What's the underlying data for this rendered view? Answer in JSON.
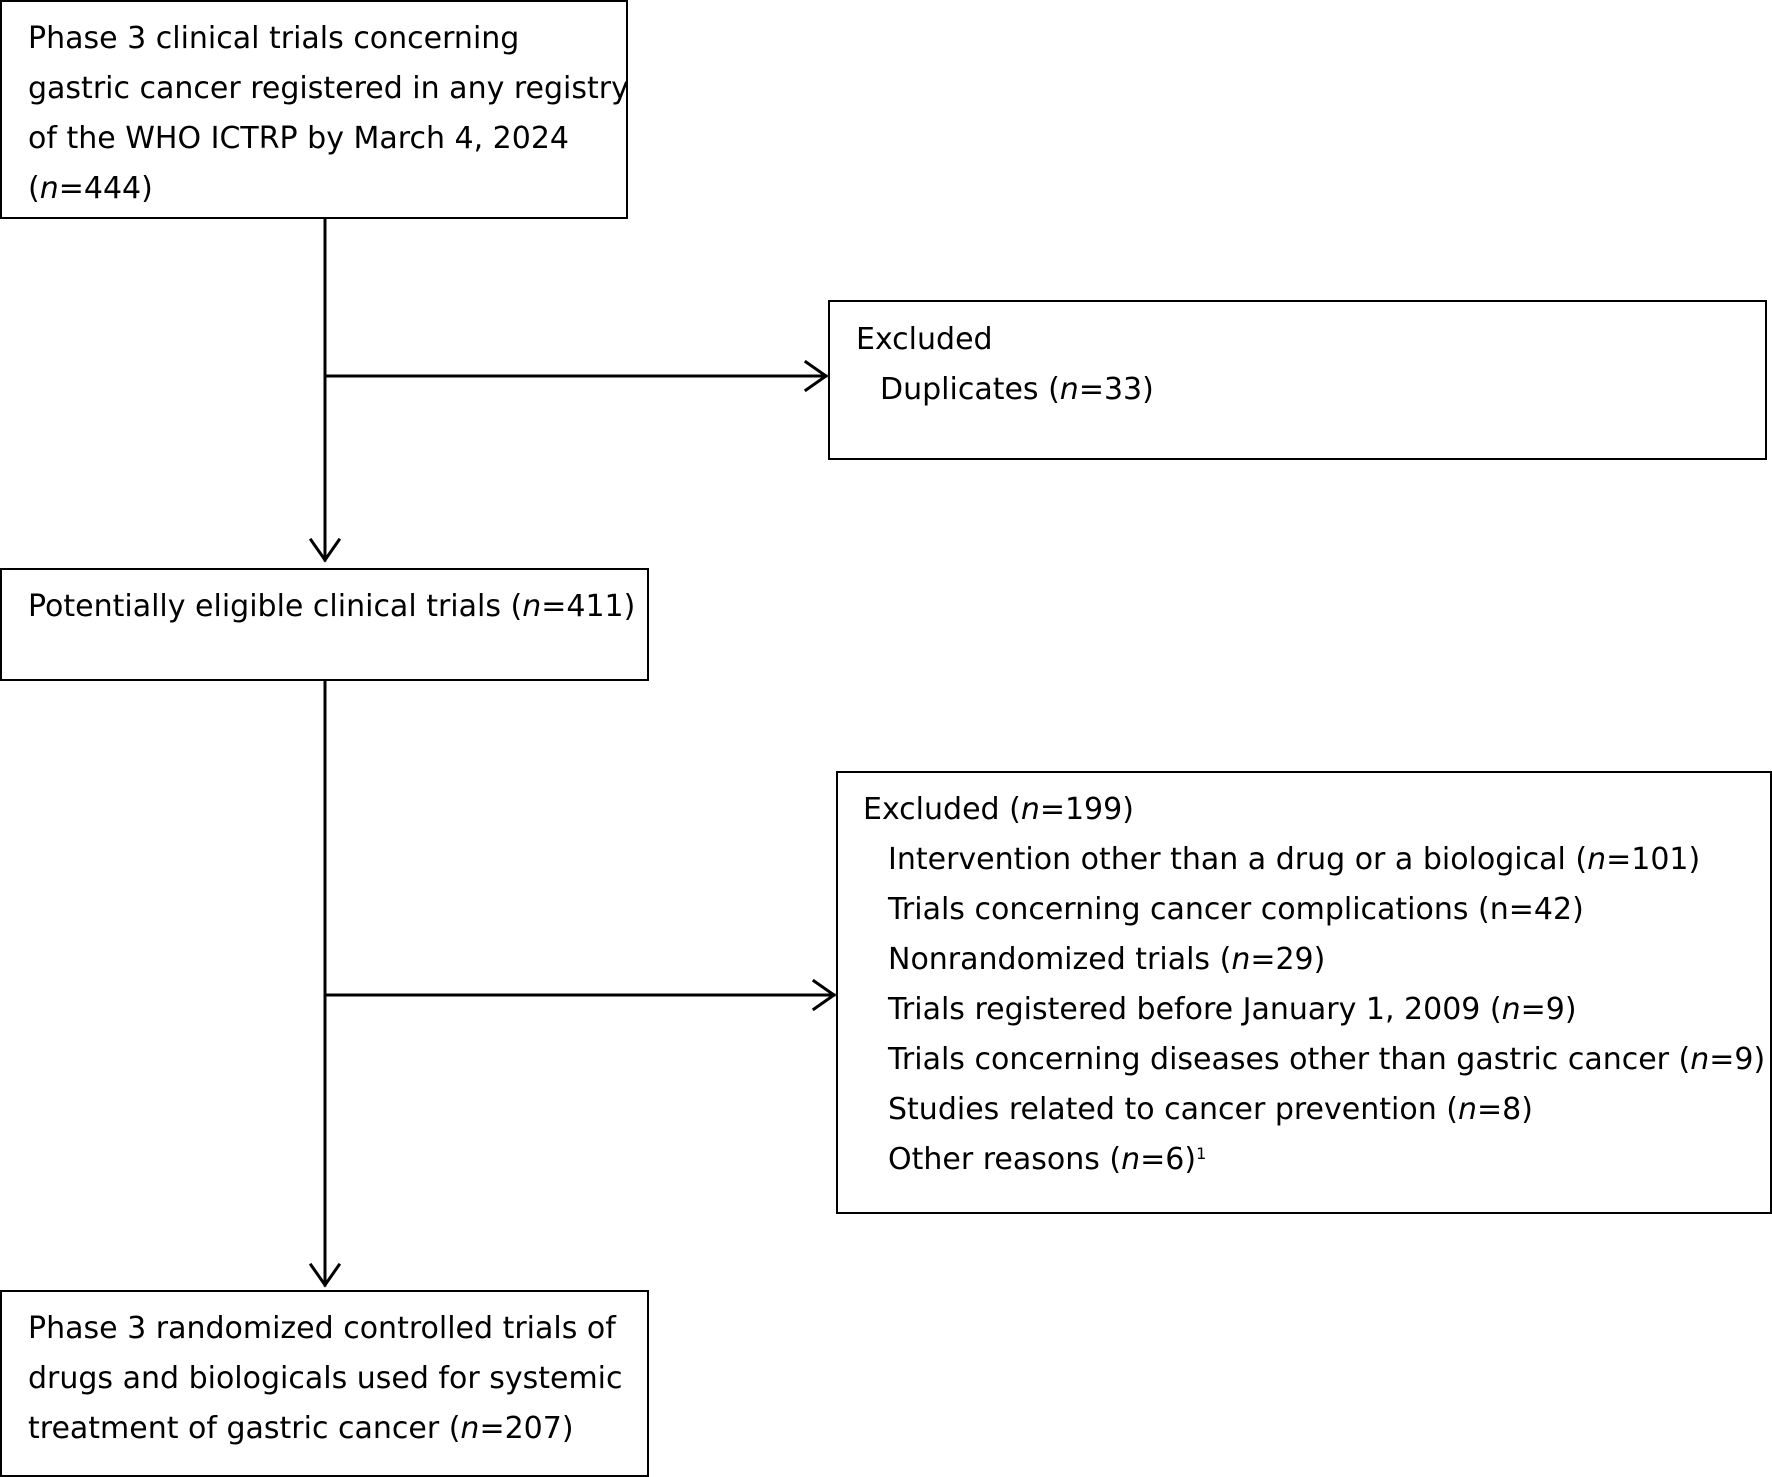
{
  "boxes": {
    "identified": {
      "lines": [
        "Phase 3 clinical trials concerning",
        "gastric cancer registered in any registry",
        "of the WHO ICTRP by March 4, 2024"
      ],
      "count_prefix": "(",
      "count_n": "n",
      "count_suffix": "=444)"
    },
    "excluded_duplicates": {
      "title": "Excluded",
      "item_label": "Duplicates (",
      "item_n": "n",
      "item_suffix": "=33)"
    },
    "eligible": {
      "label": "Potentially eligible clinical trials  (",
      "n": "n",
      "suffix": "=411)"
    },
    "excluded_reasons": {
      "title_label": "Excluded (",
      "title_n": "n",
      "title_suffix": "=199)",
      "items": [
        {
          "label": "Intervention other than a drug or a biological (",
          "n": "n",
          "suffix": "=101)"
        },
        {
          "label": "Trials concerning cancer complications (n=42)",
          "n": "",
          "suffix": ""
        },
        {
          "label": "Nonrandomized trials (",
          "n": "n",
          "suffix": "=29)"
        },
        {
          "label": "Trials registered before January 1, 2009 (",
          "n": "n",
          "suffix": "=9)"
        },
        {
          "label": "Trials concerning diseases other than gastric cancer (",
          "n": "n",
          "suffix": "=9)"
        },
        {
          "label": "Studies related to cancer prevention (",
          "n": "n",
          "suffix": "=8)"
        },
        {
          "label": "Other reasons (",
          "n": "n",
          "suffix": "=6)",
          "footnote": "1"
        }
      ]
    },
    "included": {
      "lines": [
        "Phase 3 randomized controlled trials of",
        "drugs and biologicals used for systemic"
      ],
      "last_label": "treatment of gastric cancer (",
      "last_n": "n",
      "last_suffix": "=207)"
    }
  }
}
